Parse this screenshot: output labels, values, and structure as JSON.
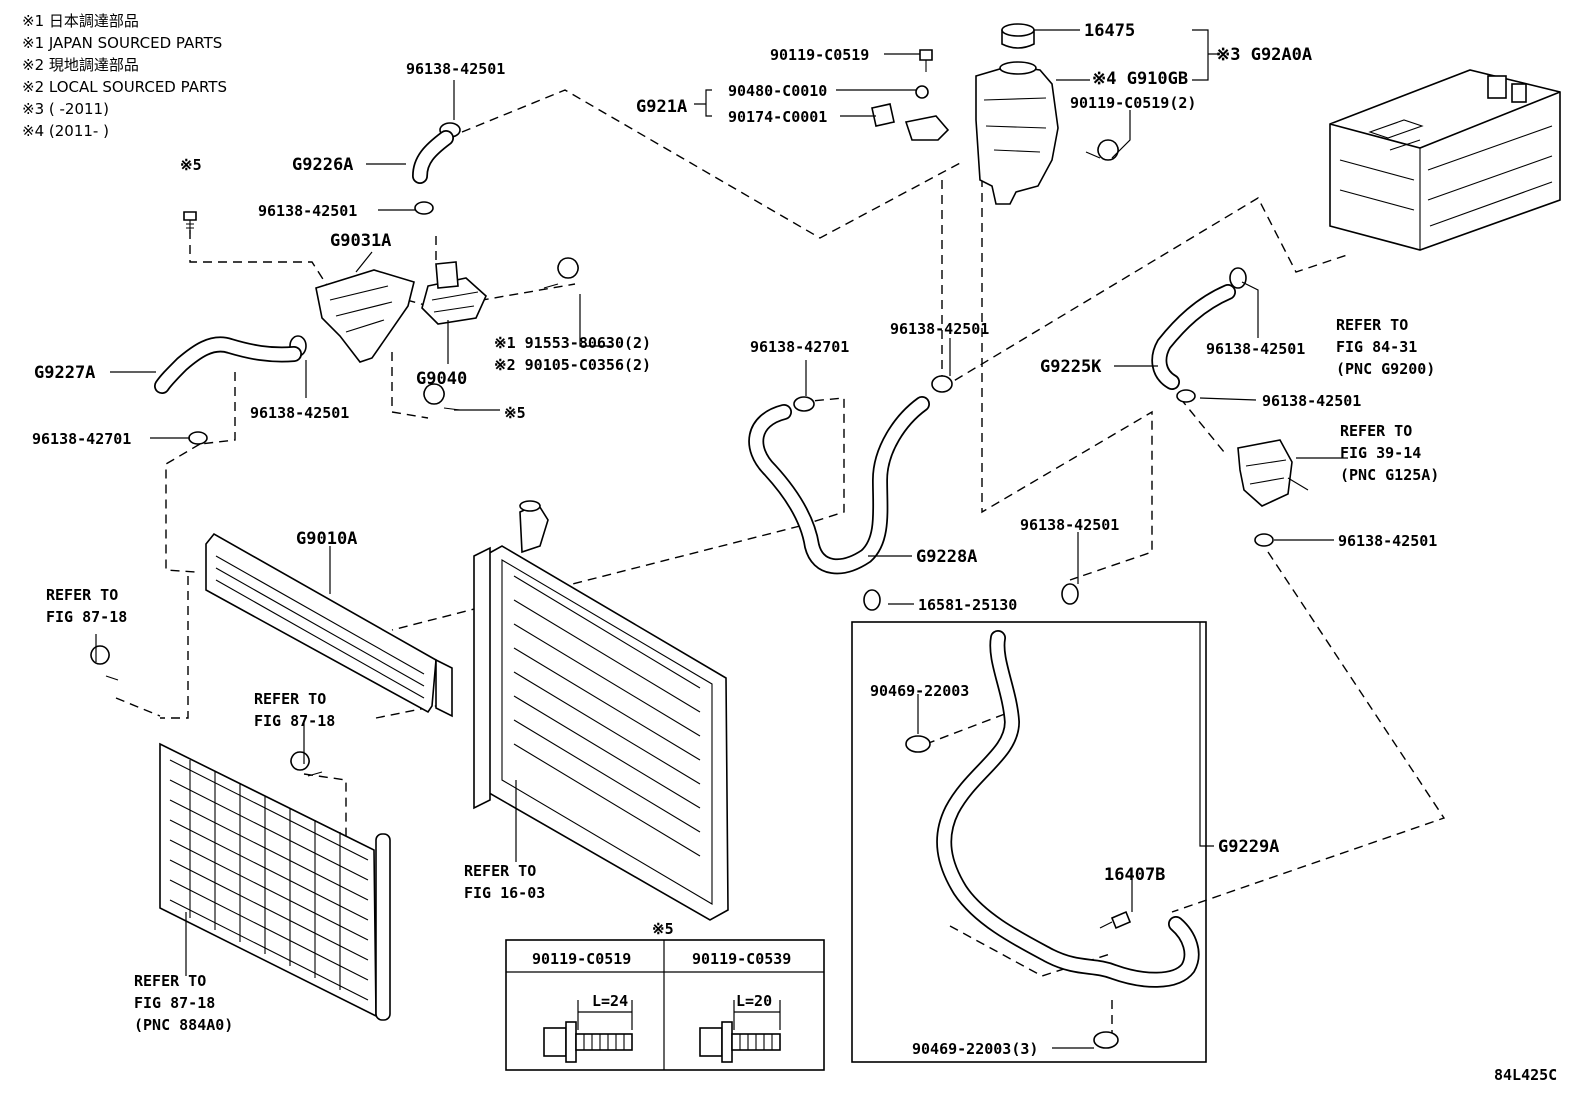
{
  "notes": [
    "※1 日本調達部品",
    "※1 JAPAN SOURCED PARTS",
    "※2 現地調達部品",
    "※2 LOCAL SOURCED PARTS",
    "※3 (     -2011)",
    "※4 (2011-     )"
  ],
  "labels": {
    "p16475": "16475",
    "p90119a": "90119-C0519",
    "pG92A0A": "※3 G92A0A",
    "p90480": "90480-C0010",
    "p90174": "90174-C0001",
    "pG921A": "G921A",
    "pG910GB": "※4 G910GB",
    "p90119b": "90119-C0519(2)",
    "p96138a": "96138-42501",
    "pG9226A": "G9226A",
    "mark5a": "※5",
    "p96138b": "96138-42501",
    "pG9031A": "G9031A",
    "p91553": "※1 91553-80630(2)",
    "p90105": "※2 90105-C0356(2)",
    "pG9040": "G9040",
    "pG9227A": "G9227A",
    "p96138c": "96138-42501",
    "mark5b": "※5",
    "p96138_42701a": "96138-42701",
    "p96138_42701b": "96138-42701",
    "p96138d": "96138-42501",
    "pG9225K": "G9225K",
    "p96138e": "96138-42501",
    "p96138f": "96138-42501",
    "ref8431a": "REFER TO",
    "ref8431b": "FIG 84-31",
    "ref8431c": "(PNC G9200)",
    "ref3914a": "REFER TO",
    "ref3914b": "FIG 39-14",
    "ref3914c": "(PNC G125A)",
    "p96138g": "96138-42501",
    "pG9010A": "G9010A",
    "pG9228A": "G9228A",
    "p96138h": "96138-42501",
    "p16581": "16581-25130",
    "ref8718a1": "REFER TO",
    "ref8718a2": "FIG 87-18",
    "ref8718b1": "REFER TO",
    "ref8718b2": "FIG 87-18",
    "ref1603a": "REFER TO",
    "ref1603b": "FIG 16-03",
    "ref8718c1": "REFER TO",
    "ref8718c2": "FIG 87-18",
    "ref8718c3": "(PNC 884A0)",
    "p90469a": "90469-22003",
    "p16407B": "16407B",
    "pG9229A": "G9229A",
    "p90469b": "90469-22003(3)",
    "mark5c": "※5",
    "bolt1": "90119-C0519",
    "bolt2": "90119-C0539",
    "bolt1len": "L=24",
    "bolt2len": "L=20",
    "code": "84L425C"
  }
}
